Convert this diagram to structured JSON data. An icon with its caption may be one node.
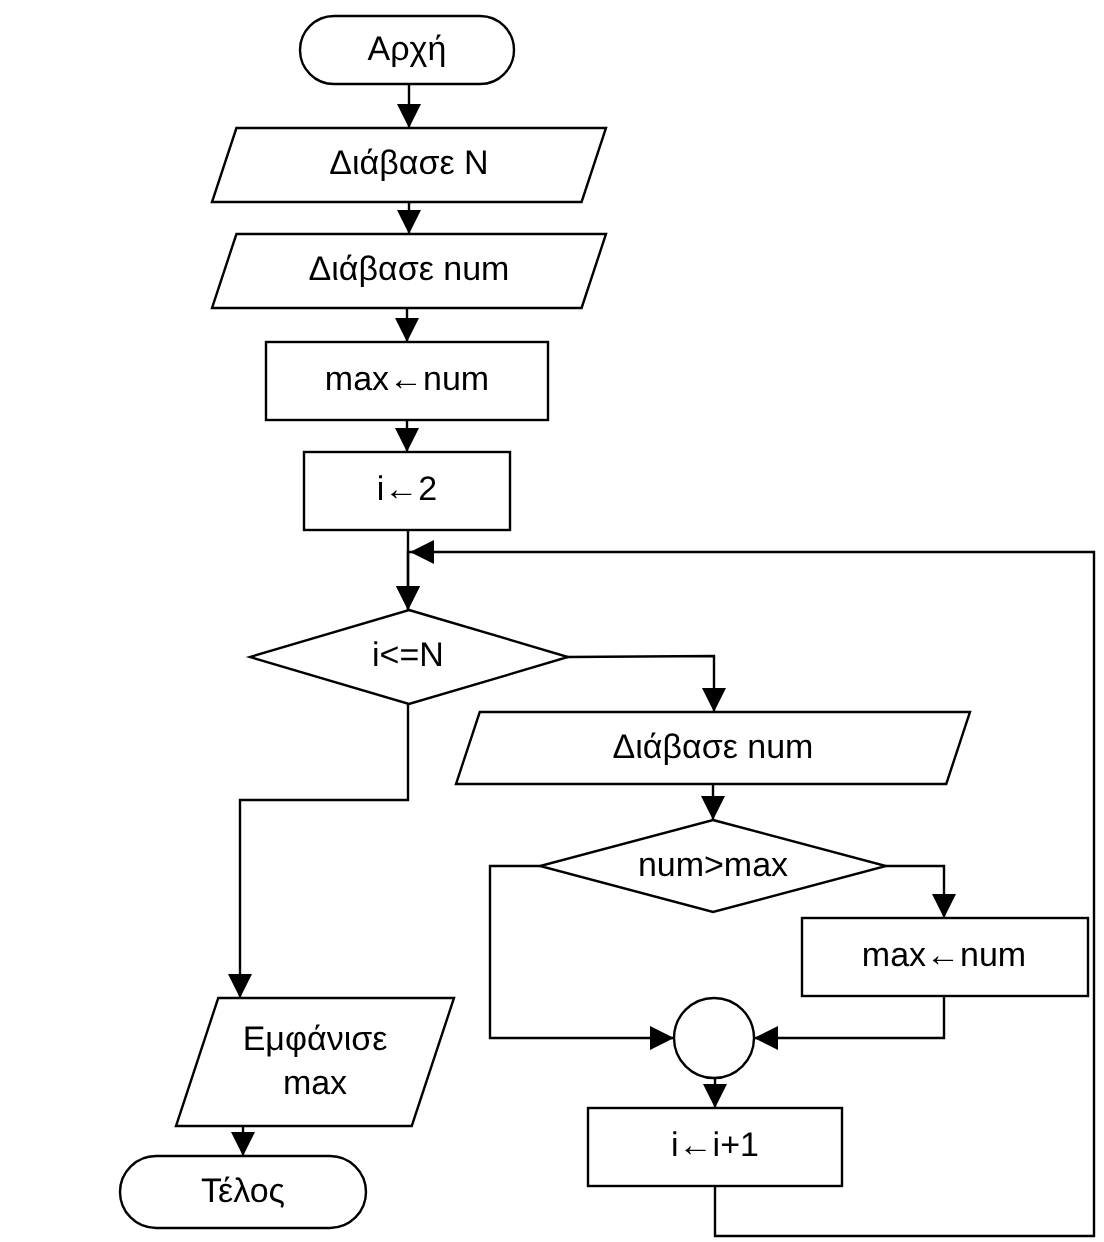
{
  "diagram": {
    "nodes": [
      {
        "text": [
          "Αρχή"
        ]
      },
      {
        "text": [
          "Διάβασε Ν"
        ]
      },
      {
        "text": [
          "Διάβασε num"
        ]
      },
      {
        "text": [
          "max←num"
        ]
      },
      {
        "text": [
          "i←2"
        ]
      },
      {
        "text": [
          "i<=N"
        ]
      },
      {
        "text": [
          "Διάβασε num"
        ]
      },
      {
        "text": [
          "num>max"
        ]
      },
      {
        "text": [
          "max←num"
        ]
      },
      {
        "text": [],
        "shape": "circle"
      },
      {
        "text": [
          "i←i+1"
        ]
      },
      {
        "text": [
          "Εμφάνισε max"
        ]
      },
      {
        "text": [
          "Τέλος"
        ]
      }
    ],
    "edges": [
      {
        "from": 0,
        "to": 1,
        "arrow": "to"
      },
      {
        "from": 1,
        "to": 2,
        "arrow": "to"
      },
      {
        "from": 2,
        "to": 3,
        "arrow": "to"
      },
      {
        "from": 3,
        "to": 4,
        "arrow": "to"
      },
      {
        "from": 4,
        "to": 5,
        "arrow": "to"
      },
      {
        "from": 5,
        "to": 6,
        "arrow": "to"
      },
      {
        "from": 5,
        "to": 11,
        "arrow": "to"
      },
      {
        "from": 6,
        "to": 7,
        "arrow": "to"
      },
      {
        "from": 7,
        "to": 8,
        "arrow": "to"
      },
      {
        "from": 7,
        "to": 9,
        "arrow": "to"
      },
      {
        "from": 8,
        "to": 9,
        "arrow": "to"
      },
      {
        "from": 9,
        "to": 10,
        "arrow": "to"
      },
      {
        "from": 10,
        "to": 5,
        "arrow": "to"
      },
      {
        "from": 11,
        "to": 12,
        "arrow": "to"
      }
    ]
  }
}
